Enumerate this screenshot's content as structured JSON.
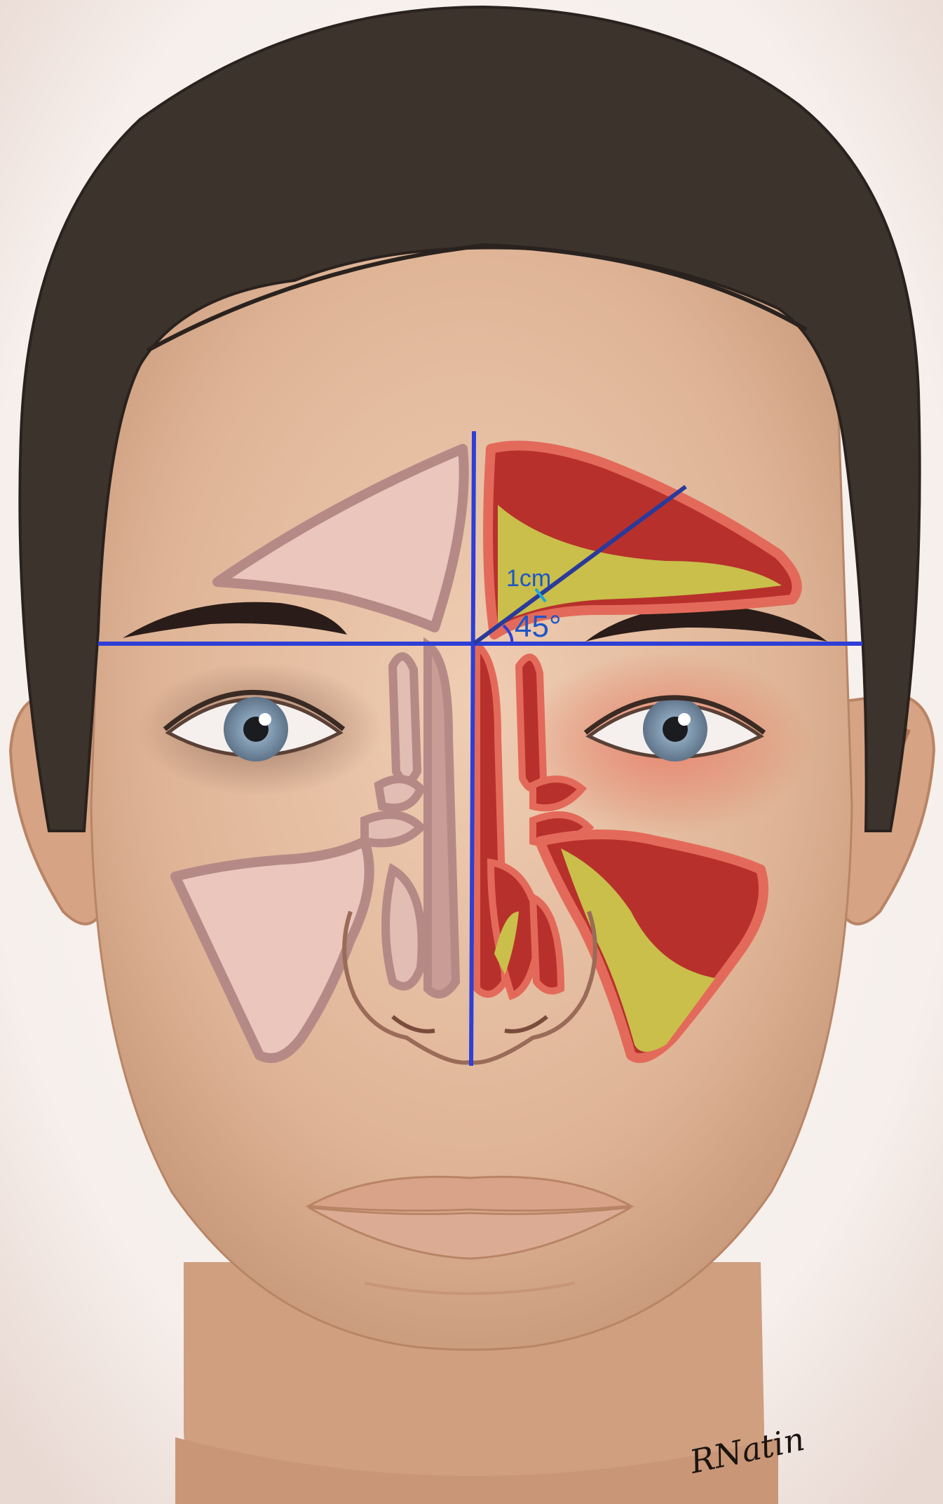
{
  "annotations": {
    "distance_label": "1cm",
    "angle_label": "45°"
  },
  "signature": "RNatin",
  "colors": {
    "hair": "#3d332d",
    "skin": "#e0b79a",
    "sinus_normal": "#eac6bc",
    "sinus_outline": "#b58a86",
    "inflamed_red": "#b8302c",
    "pus_yellow": "#c9bf4a",
    "guide_line_blue": "#2e3fd6",
    "eye_iris": "#7f9bb4"
  },
  "icons": [
    "face-illustration",
    "frontal-sinus",
    "maxillary-sinus",
    "ethmoid-sinus",
    "nasal-cavity",
    "guide-lines"
  ]
}
